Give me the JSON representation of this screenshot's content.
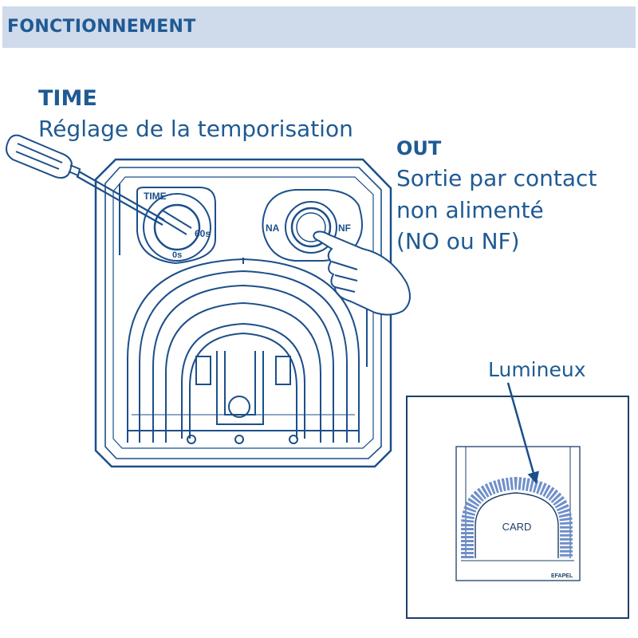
{
  "header": {
    "title": "FONCTIONNEMENT"
  },
  "time": {
    "title": "TIME",
    "description": "Réglage de la temporisation"
  },
  "out": {
    "title": "OUT",
    "line1": "Sortie par contact",
    "line2": "non alimenté",
    "line3": "(NO ou NF)"
  },
  "knob": {
    "label": "TIME",
    "max_label": "60s",
    "min_label": "0s"
  },
  "button": {
    "left_label": "NA",
    "right_label": "NF"
  },
  "card_panel": {
    "callout": "Lumineux",
    "card_label": "CARD",
    "brand": "EFAPEL"
  },
  "colors": {
    "primary": "#1f5a93",
    "line": "#1c4f8a",
    "header_bg": "#cfdaeb",
    "glow": "#6f8fc9"
  }
}
